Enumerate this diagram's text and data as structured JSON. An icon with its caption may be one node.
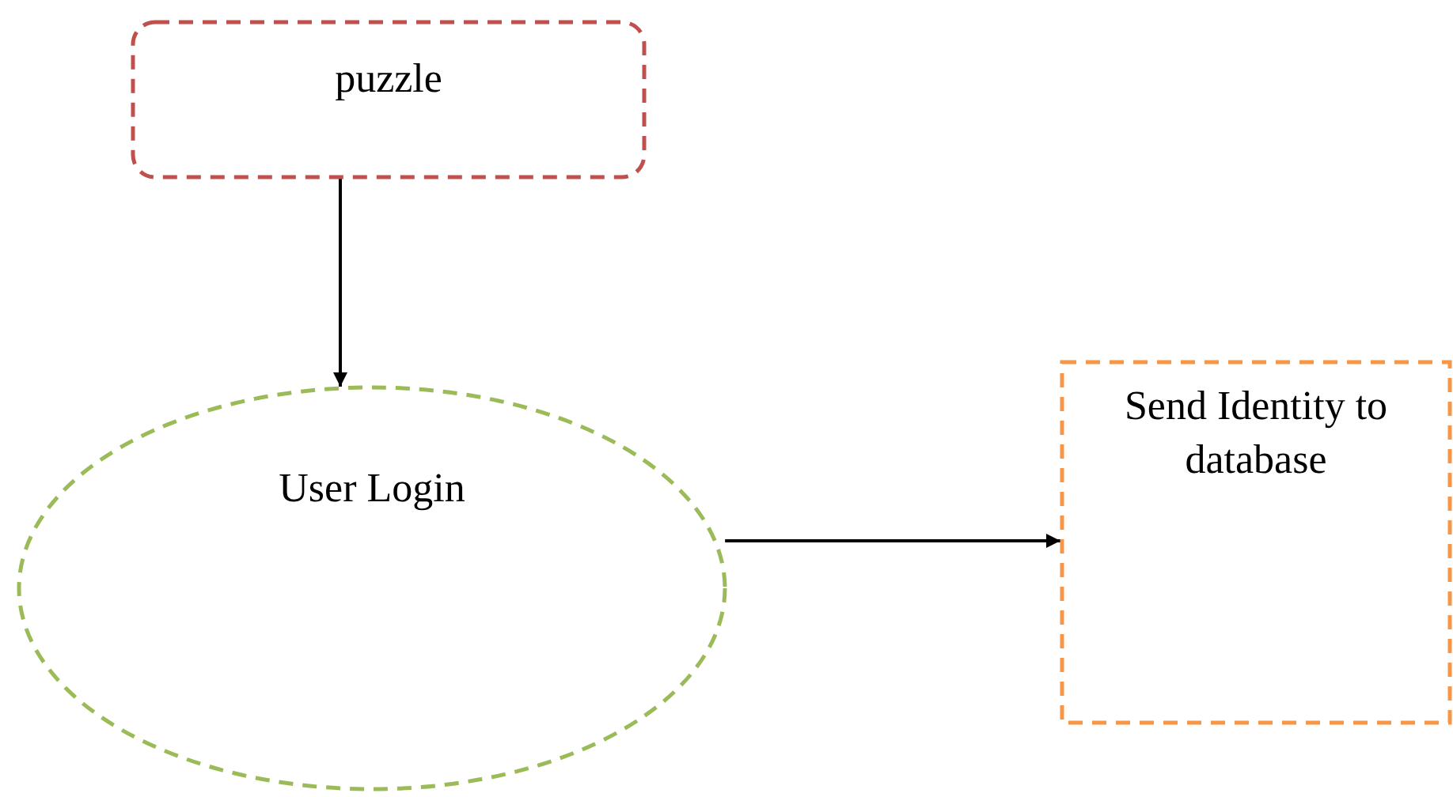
{
  "diagram": {
    "nodes": [
      {
        "text": [
          "puzzle"
        ]
      },
      {
        "text": [
          "User Login"
        ]
      },
      {
        "text": [
          "Send Identity to database"
        ]
      }
    ],
    "edges": [
      {
        "from": 0,
        "to": 1,
        "arrow": "to"
      },
      {
        "from": 1,
        "to": 2,
        "arrow": "to"
      }
    ]
  }
}
